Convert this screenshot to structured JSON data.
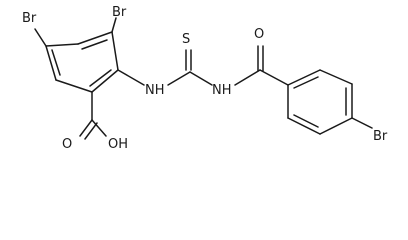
{
  "molecule": {
    "labels": {
      "br_ring1_left": "Br",
      "br_ring1_right": "Br",
      "s_thio": "S",
      "o_amide": "O",
      "nh_left": "NH",
      "nh_right": "NH",
      "o_acid": "O",
      "oh_acid": "OH",
      "br_ring2": "Br"
    }
  }
}
